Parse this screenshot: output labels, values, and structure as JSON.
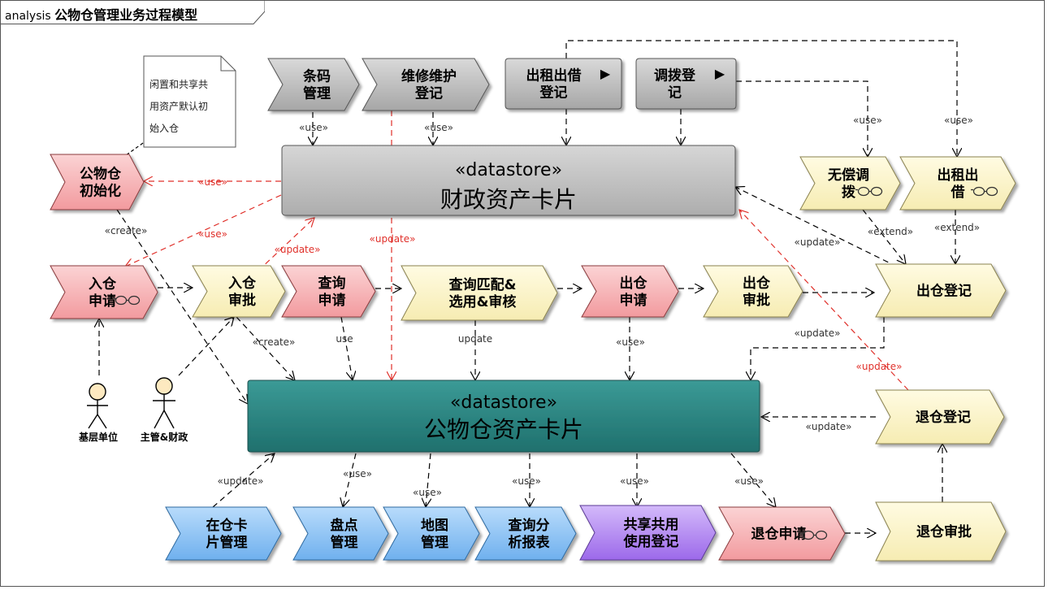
{
  "diagram": {
    "tab_prefix": "analysis",
    "title": "公物仓管理业务过程模型"
  },
  "note": {
    "lines": [
      "闲置和共享共",
      "用资产默认初",
      "始入仓"
    ]
  },
  "datastores": {
    "finance": {
      "stereotype": "«datastore»",
      "name": "财政资产卡片"
    },
    "warehouse": {
      "stereotype": "«datastore»",
      "name": "公物仓资产卡片"
    }
  },
  "processes": {
    "barcode": {
      "lines": [
        "条码",
        "管理"
      ]
    },
    "maintenance": {
      "lines": [
        "维修维护",
        "登记"
      ]
    },
    "rental_reg": {
      "lines": [
        "出租出借",
        "登记"
      ],
      "marker": "▶"
    },
    "transfer_reg": {
      "lines": [
        "调拨登",
        "记"
      ],
      "marker": "▶"
    },
    "init": {
      "lines": [
        "公物仓",
        "初始化"
      ]
    },
    "free_transfer": {
      "lines": [
        "无偿调",
        "拨"
      ]
    },
    "rental": {
      "lines": [
        "出租出",
        "借"
      ]
    },
    "in_apply": {
      "lines": [
        "入仓",
        "申请"
      ]
    },
    "in_approve": {
      "lines": [
        "入仓",
        "审批"
      ]
    },
    "query_apply": {
      "lines": [
        "查询",
        "申请"
      ]
    },
    "match": {
      "lines": [
        "查询匹配&",
        "选用&审核"
      ]
    },
    "out_apply": {
      "lines": [
        "出仓",
        "申请"
      ]
    },
    "out_approve": {
      "lines": [
        "出仓",
        "审批"
      ]
    },
    "out_reg": {
      "lines": [
        "出仓登记"
      ]
    },
    "return_reg": {
      "lines": [
        "退仓登记"
      ]
    },
    "card_mgmt": {
      "lines": [
        "在仓卡",
        "片管理"
      ]
    },
    "inventory": {
      "lines": [
        "盘点",
        "管理"
      ]
    },
    "map_mgmt": {
      "lines": [
        "地图",
        "管理"
      ]
    },
    "report": {
      "lines": [
        "查询分",
        "析报表"
      ]
    },
    "share": {
      "lines": [
        "共享共用",
        "使用登记"
      ]
    },
    "return_apply": {
      "lines": [
        "退仓申请"
      ]
    },
    "return_approve": {
      "lines": [
        "退仓审批"
      ]
    }
  },
  "actors": {
    "base_unit": "基层单位",
    "supervisor": "主管&财政"
  },
  "links": {
    "use": "«use»",
    "use_plain": "use",
    "update": "«update»",
    "update_plain": "update",
    "create": "«create»",
    "extend": "«extend»"
  },
  "colors": {
    "gray": "#bdbdbd",
    "red": "#f7b7b9",
    "yellow": "#fcf6cc",
    "blue": "#97c7f3",
    "purple": "#b88ef0",
    "teal": "#2e8a86",
    "accent_red": "#e0302a"
  }
}
